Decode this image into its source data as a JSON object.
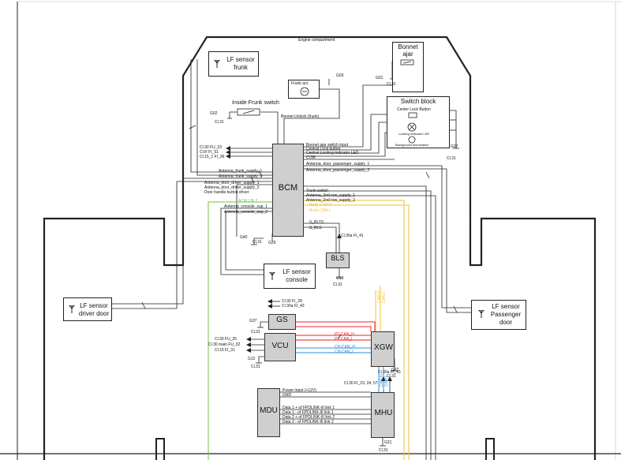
{
  "title": "Engine compartment",
  "modules": {
    "bcm": "BCM",
    "bls": "BLS",
    "gs": "GS",
    "vcu": "VCU",
    "xgw": "XGW",
    "mdu": "MDU",
    "mhu": "MHU",
    "switch_block": "Switch block"
  },
  "sensors": {
    "frunk": [
      "LF sensor",
      "frunk"
    ],
    "console": [
      "LF sensor",
      "console"
    ],
    "driver": [
      "LF sensor",
      "driver door"
    ],
    "passenger": [
      "LF sensor",
      "Passenger",
      "door"
    ]
  },
  "bonnet": [
    "Bonnet",
    "ajar"
  ],
  "frunk_switch": "Inside Frunk switch",
  "frunk_act": "Frunk act.",
  "switch_items": [
    "Center Lock Button",
    "Locking Indicator LED",
    "Background illumination"
  ],
  "grounds": {
    "g01": "G01",
    "g02": "G02",
    "g03": "G03",
    "g27": "G27",
    "g40": "G40",
    "g29": "G29",
    "g19": "G19",
    "g37": "G37",
    "g12": "G12",
    "g22": "G22",
    "g21": "G21"
  },
  "cl31": "Cl.31",
  "bcm_left_labels": [
    "Cl.30 FU_23",
    "Cl.R FI_51",
    "Cl.15_1 FI_36"
  ],
  "bcm_right_labels": [
    "Bonnet ajar switch input",
    "Central Lock button",
    "Central Locking Indicator LED",
    "Cl.58",
    "Antenna_door_passenger_supply_1",
    "Antenna_door_passenger_supply_2"
  ],
  "bcm_left_wires": [
    "Antenna_frunk_supply_1",
    "Antenna_frunk_supply_2",
    "Antenna_door_driver_supply_1",
    "Antenna_door_driver_supply_2",
    "Door handle button driver",
    "ACM LIN 2",
    "Antenna_console_sup_1",
    "Antenna_console_sup_2"
  ],
  "bcm_right_wires": [
    "Trunk switch",
    "Antenna_2nd row_supply_1",
    "Antenna_2nd row_supply_2",
    "Body-CAN H",
    "Body-CAN L"
  ],
  "bonnet_unlock": "Bonnet Unlock (frunk)",
  "s_bls": [
    "S_BLTS",
    "S_BLS"
  ],
  "bls_power": "Cl.30a FI_41",
  "gs_power": [
    "Cl.30 FI_28",
    "Cl.30a FI_42"
  ],
  "vcu_power": [
    "Cl.30 FU_25",
    "Cl.30 main FU_02",
    "Cl.15 FI_31"
  ],
  "can_labels": [
    "PT-CAN_H",
    "PT-CAN_L",
    "CH-CAN_H",
    "CH-CAN_L"
  ],
  "xgw_vertical": [
    "CAN H",
    "CAN L",
    "CAN H",
    "CAN L"
  ],
  "mhu_power": [
    "Cl.30a FI_43",
    "Cl.30 FI_23, 24, 57"
  ],
  "mdu_lines": [
    "Power input (+12V)",
    "GND",
    "Data 1 + of FPDLINK-III link 1",
    "Data 1 - of FPDLINK-III link 1",
    "Data 2 + of FPDLINK-III link 2",
    "Data 2 - of FPDLINK-III link 2"
  ],
  "colors": {
    "red": "#e8212b",
    "blue": "#2f8fd8",
    "yellow": "#f2c230",
    "green": "#6cc24a",
    "grey": "#cfcfcf"
  }
}
